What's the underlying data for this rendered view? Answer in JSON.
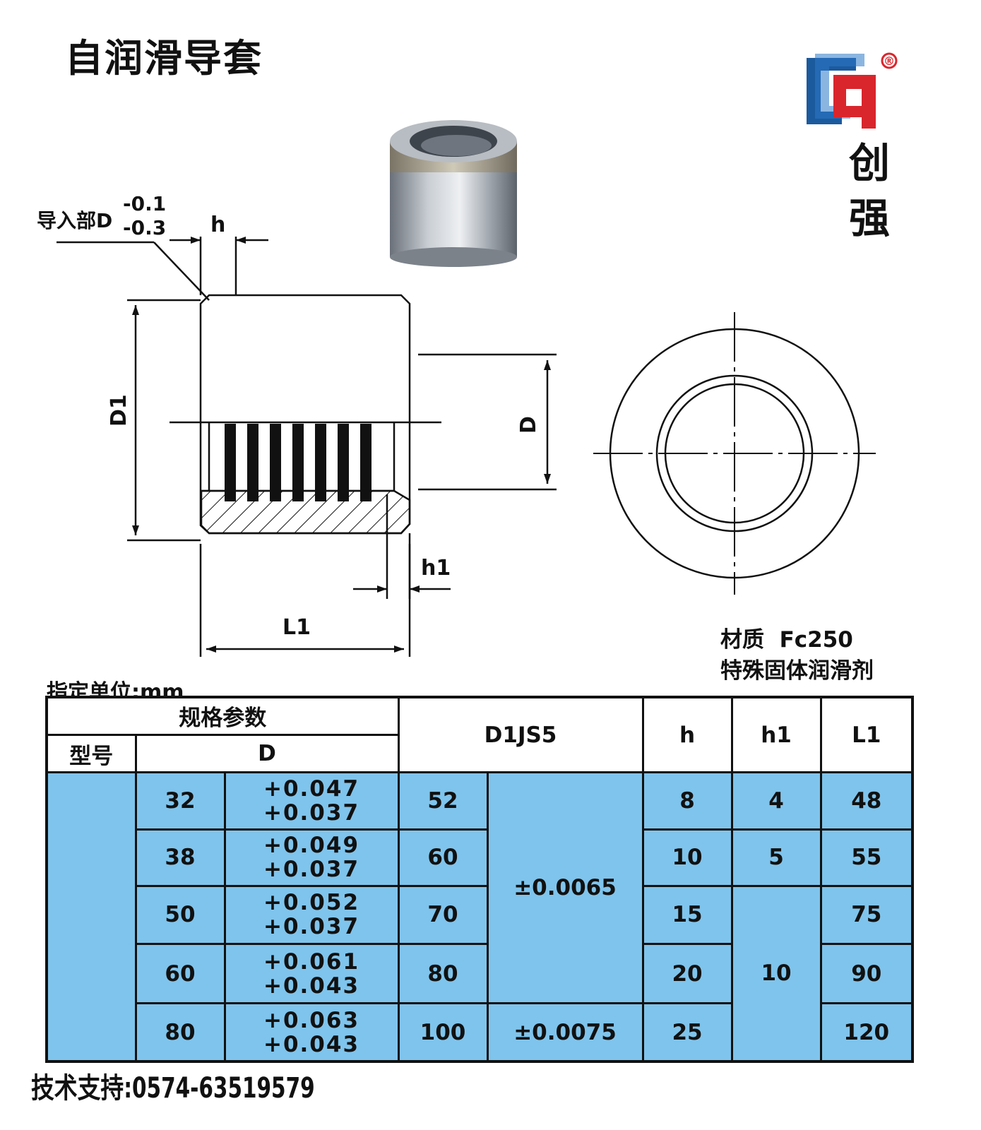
{
  "title": "自润滑导套",
  "brand": {
    "name_line1": "创",
    "name_line2": "强",
    "registered_mark": "®",
    "colors": {
      "red": "#d9262c",
      "blue": "#1c5a9e"
    }
  },
  "drawing": {
    "lead_in_label": "导入部D",
    "lead_in_tol_upper": "-0.1",
    "lead_in_tol_lower": "-0.3",
    "dim_h": "h",
    "dim_d1": "D1",
    "dim_d": "D",
    "dim_h1": "h1",
    "dim_l1": "L1"
  },
  "material": {
    "line1": "材质  Fc250",
    "line2": "特殊固体润滑剂"
  },
  "unit_note": "指定单位:mm",
  "table": {
    "header_group": "规格参数",
    "col_model": "型号",
    "col_d": "D",
    "col_d1": "D1JS5",
    "col_h": "h",
    "col_h1": "h1",
    "col_l1": "L1",
    "rows": [
      {
        "d": "32",
        "tol_up": "+0.047",
        "tol_low": "+0.037",
        "d1": "52",
        "h": "8",
        "l1": "48"
      },
      {
        "d": "38",
        "tol_up": "+0.049",
        "tol_low": "+0.037",
        "d1": "60",
        "h": "10",
        "l1": "55"
      },
      {
        "d": "50",
        "tol_up": "+0.052",
        "tol_low": "+0.037",
        "d1": "70",
        "h": "15",
        "l1": "75"
      },
      {
        "d": "60",
        "tol_up": "+0.061",
        "tol_low": "+0.043",
        "d1": "80",
        "h": "20",
        "l1": "90"
      },
      {
        "d": "80",
        "tol_up": "+0.063",
        "tol_low": "+0.043",
        "d1": "100",
        "h": "25",
        "l1": "120"
      }
    ],
    "d1_tol_a": "±0.0065",
    "d1_tol_b": "±0.0075",
    "h1_values": [
      "4",
      "5",
      "10"
    ],
    "body_color": "#7fc4ec"
  },
  "support": "技术支持:0574-63519579"
}
